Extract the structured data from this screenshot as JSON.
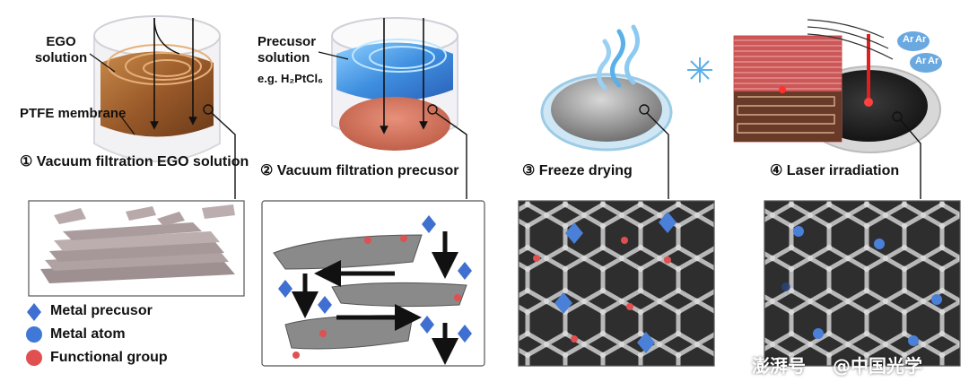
{
  "labels": {
    "ego_solution": "EGO\nsolution",
    "ptfe_membrane": "PTFE membrane",
    "precursor_solution": "Precusor\nsolution",
    "precursor_example": "e.g. H₂PtCl₆",
    "step1": "① Vacuum filtration EGO solution",
    "step2": "② Vacuum filtration precusor",
    "step3": "③ Freeze drying",
    "step4": "④ Laser irradiation",
    "ar": [
      "Ar",
      "Ar",
      "Ar",
      "Ar"
    ]
  },
  "legend": [
    {
      "label": "Metal precusor",
      "shape": "diamond-icon",
      "color": "#3f6fd0"
    },
    {
      "label": "Metal atom",
      "shape": "circle-icon",
      "color": "#3f78d6"
    },
    {
      "label": "Functional group",
      "shape": "circle-icon",
      "color": "#e05050"
    }
  ],
  "watermark": {
    "brand": "澎湃号",
    "account": "@中国光学"
  },
  "colors": {
    "ego_brown": "#9a5a2a",
    "precursor_blue": "#3f8fe0",
    "membrane_red": "#d07050",
    "laser_red": "#e02020",
    "graphene_gray": "#7a7a7a",
    "ice_blue": "#5ab0e8"
  }
}
